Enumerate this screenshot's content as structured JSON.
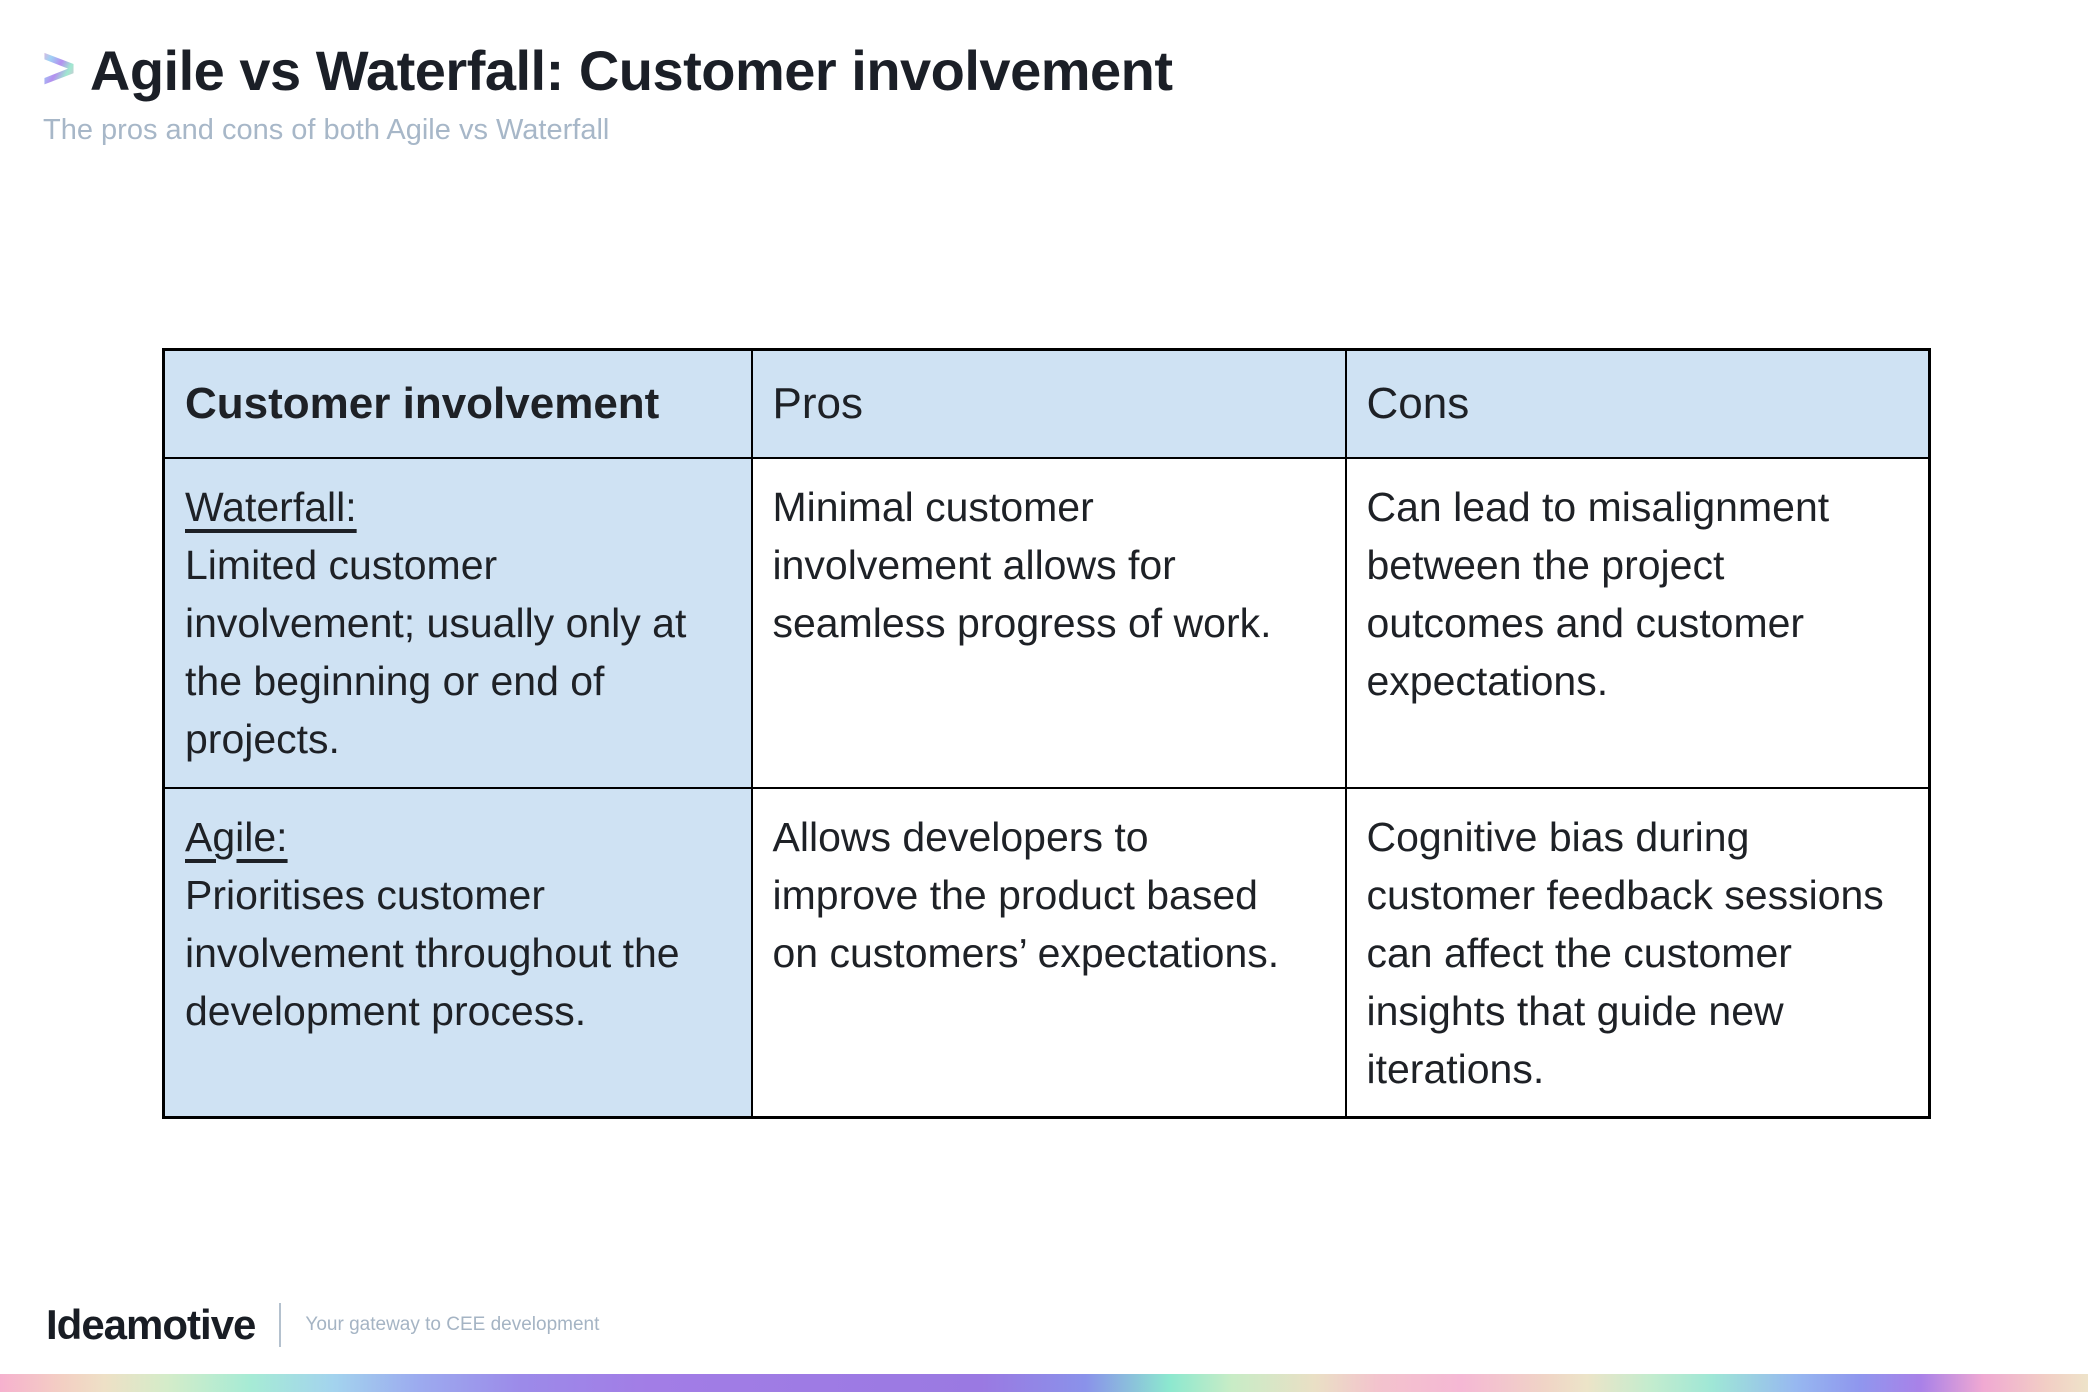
{
  "header": {
    "icon_glyph": ">",
    "title": "Agile vs Waterfall: Customer involvement",
    "subtitle": "The pros and cons of both Agile vs Waterfall"
  },
  "table": {
    "headers": [
      "Customer involvement",
      "Pros",
      "Cons"
    ],
    "rows": [
      {
        "label_title": "Waterfall:",
        "label_body": "Limited customer\ninvolvement; usually only at\nthe beginning or end of\nprojects.",
        "pros": "Minimal customer\ninvolvement allows for\nseamless progress of work.",
        "cons": "Can lead to misalignment\nbetween the project\noutcomes and customer\nexpectations."
      },
      {
        "label_title": "Agile:",
        "label_body": "Prioritises customer\ninvolvement throughout the\ndevelopment process.",
        "pros": "Allows developers to\nimprove the product based\non customers’ expectations.",
        "cons": "Cognitive bias during\ncustomer feedback sessions\ncan affect the customer\ninsights that guide new\niterations."
      }
    ]
  },
  "footer": {
    "logo": "Ideamotive",
    "tagline": "Your gateway to CEE development"
  },
  "colors": {
    "table_header_bg": "#cfe2f3",
    "label_column_bg": "#cfe2f3",
    "table_border": "#000000",
    "title_text": "#1b1f27",
    "subtitle_text": "#a7b7c8",
    "body_text": "#1e2126",
    "logo_text": "#191d24",
    "tagline_text": "#a5b4c4",
    "gradient_bar_palette": [
      "#f6b1ce",
      "#eee0c6",
      "#a6ebd5",
      "#9cabef",
      "#9a79e2",
      "#8ce8cf",
      "#f5b8d4",
      "#9fe7d6",
      "#8f97ee",
      "#f0a9d2",
      "#eee3c9"
    ]
  }
}
